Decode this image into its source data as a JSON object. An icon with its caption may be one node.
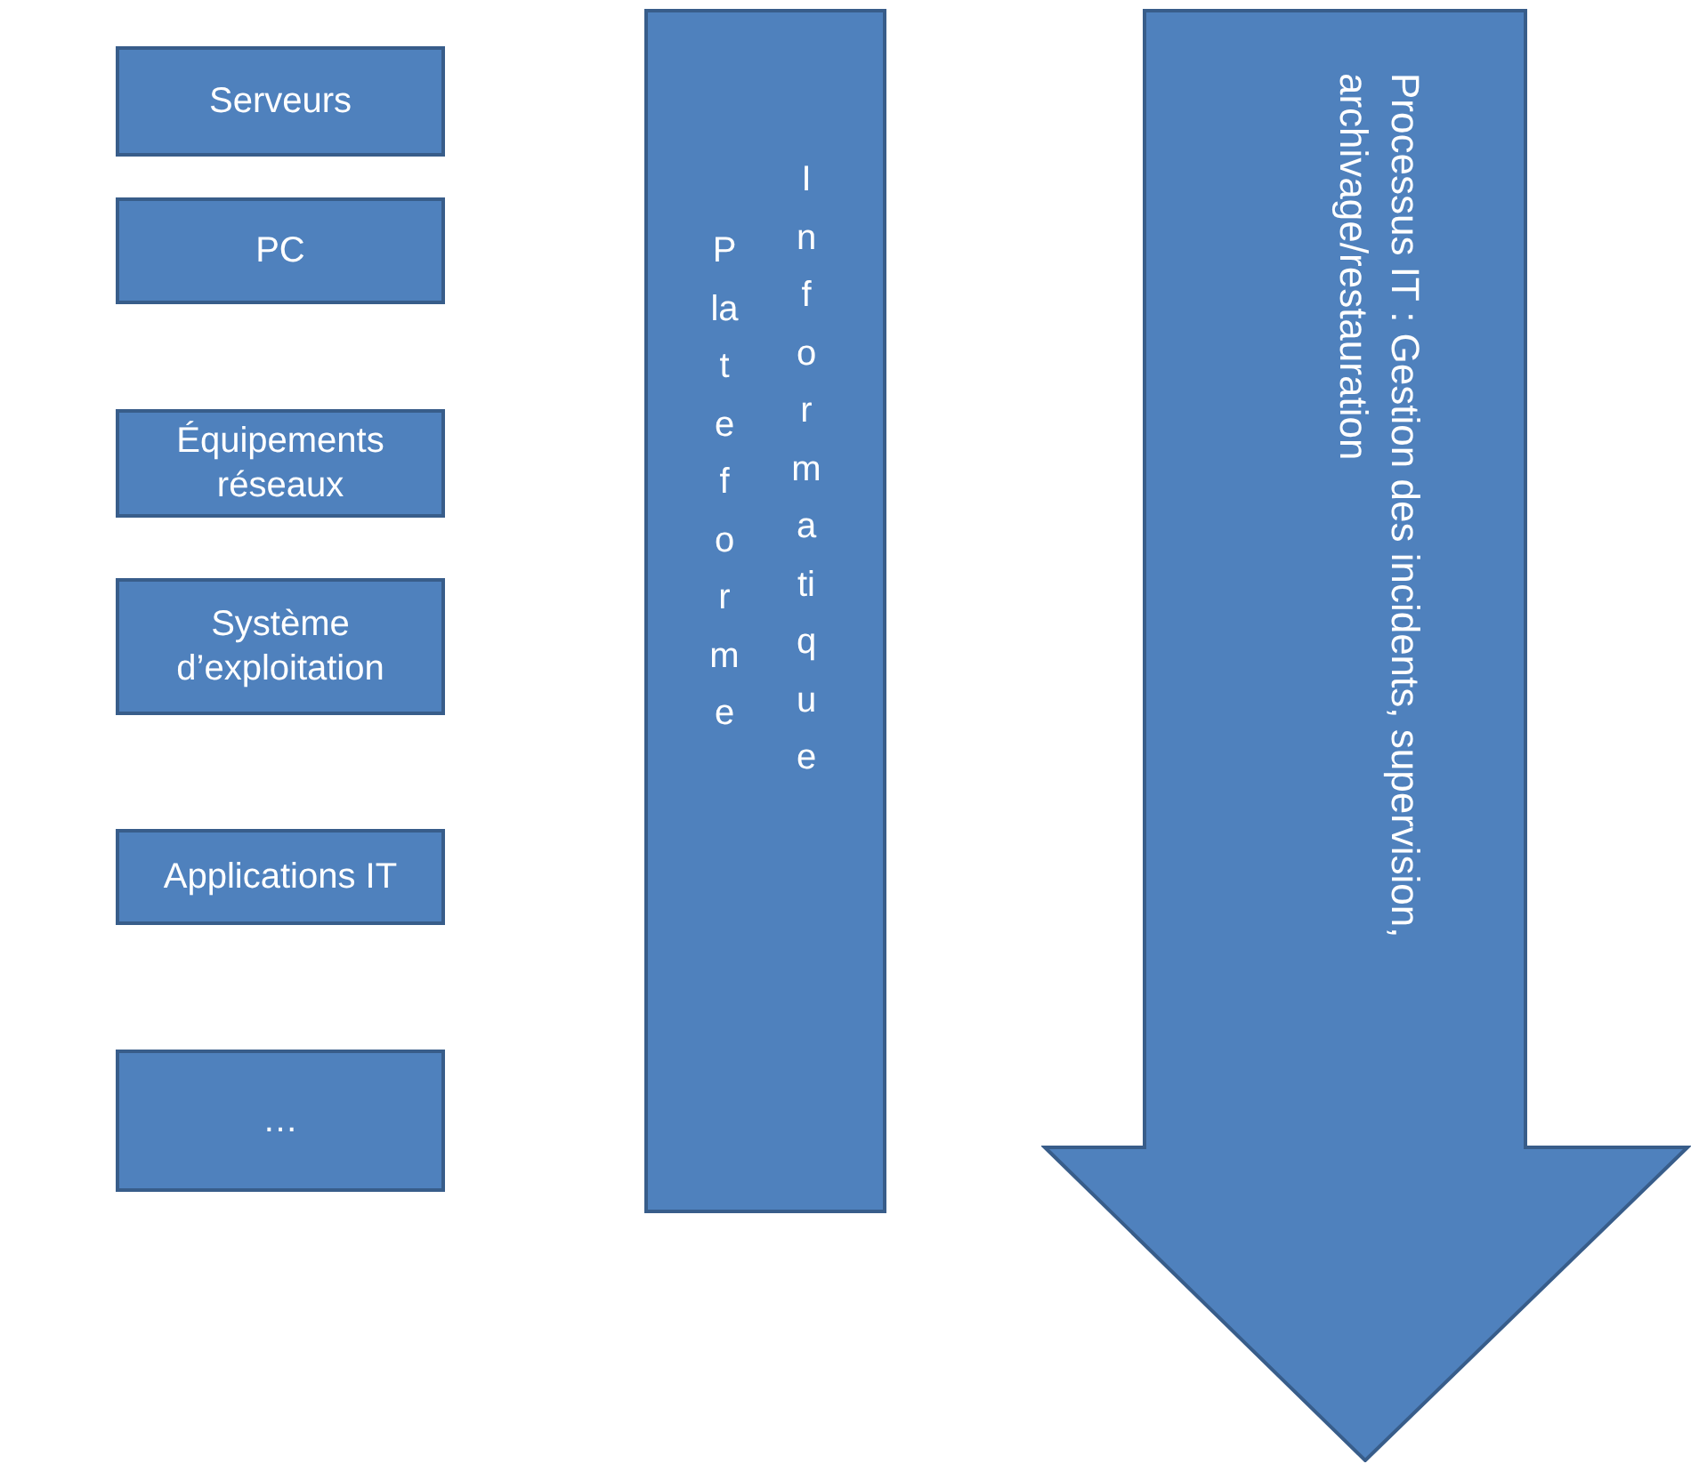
{
  "diagram": {
    "nodes": [
      {
        "text": [
          "Serveurs"
        ]
      },
      {
        "text": [
          "PC"
        ]
      },
      {
        "text": [
          "Équipements réseaux"
        ]
      },
      {
        "text": [
          "Système d’exploitation"
        ]
      },
      {
        "text": [
          "Applications IT"
        ]
      },
      {
        "text": [
          "…"
        ]
      },
      {
        "text": [
          "Plateforme",
          "Informatique"
        ]
      },
      {
        "text": [
          "Processus IT : Gestion des incidents, supervision, archivage/restauration"
        ]
      }
    ],
    "edges": []
  }
}
